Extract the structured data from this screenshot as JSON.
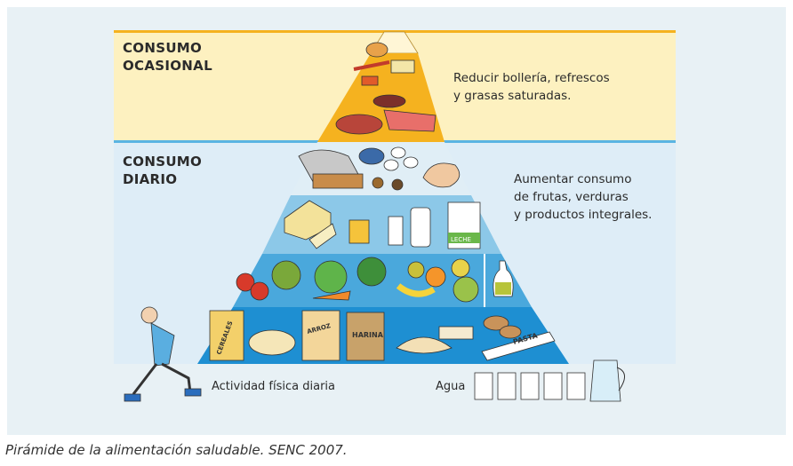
{
  "sections": {
    "occasional": {
      "label_line1": "CONSUMO",
      "label_line2": "OCASIONAL",
      "message_line1": "Reducir bollería, refrescos",
      "message_line2": "y grasas saturadas."
    },
    "daily": {
      "label_line1": "CONSUMO",
      "label_line2": "DIARIO",
      "message_line1": "Aumentar consumo",
      "message_line2": "de frutas, verduras",
      "message_line3": "y productos integrales."
    }
  },
  "package_labels": {
    "milk_carton": "LECHE",
    "cereal_box": "CEREALES",
    "rice_bag": "ARROZ",
    "flour_bag": "HARINA",
    "pasta_pack": "PASTA"
  },
  "footer": {
    "activity_label": "Actividad física diaria",
    "water_label": "Agua"
  },
  "caption": "Pirámide de la alimentación saludable. SENC 2007.",
  "colors": {
    "occasional_band": "#fdf1c0",
    "daily_band": "#deedf7",
    "top_rule": "#f5b21f",
    "daily_rule": "#5ab4e2",
    "tier_top": "#f5b21f",
    "tier_protein": "#e0eef6",
    "tier_dairy": "#8cc8e8",
    "tier_produce": "#4aa8dc",
    "tier_grains": "#1e8fd2"
  }
}
